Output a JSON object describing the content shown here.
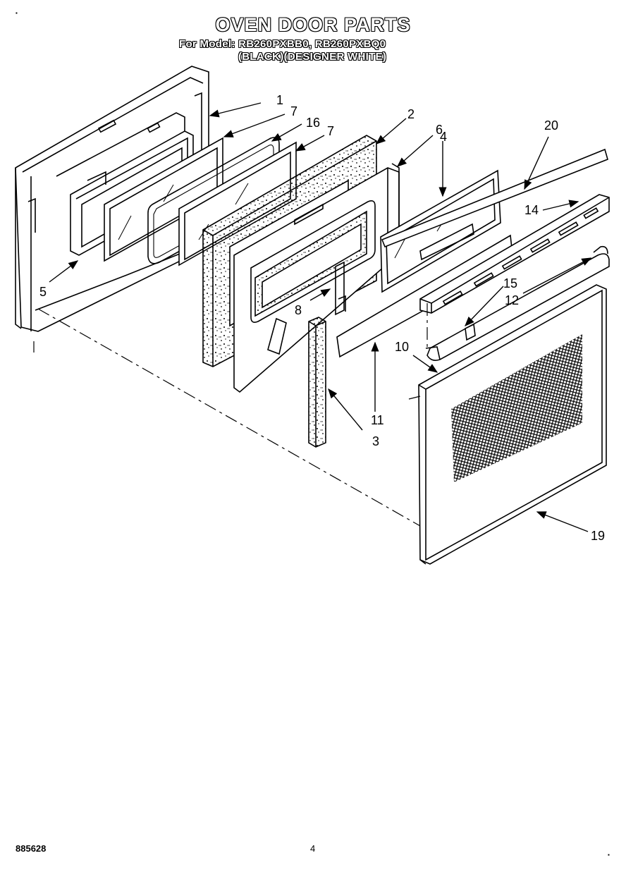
{
  "header": {
    "title": "OVEN DOOR PARTS",
    "model_line": "For Model: RB260PXBB0, RB260PXBQ0",
    "color_line": "(BLACK)(DESIGNER WHITE)"
  },
  "callouts": [
    "1",
    "7",
    "16",
    "7",
    "2",
    "6",
    "4",
    "20",
    "14",
    "5",
    "8",
    "15",
    "12",
    "10",
    "11",
    "3",
    "19"
  ],
  "footer": {
    "doc_number": "885628",
    "page_number": "4"
  }
}
